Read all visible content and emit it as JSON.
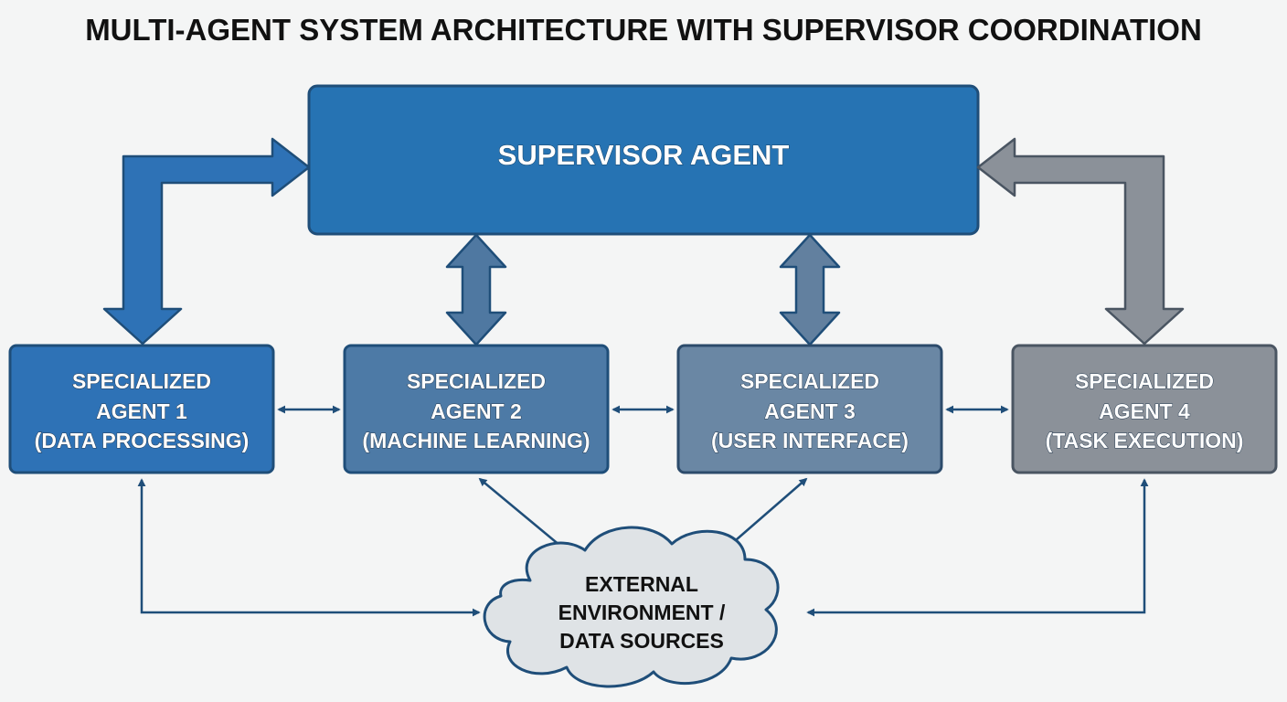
{
  "title": "MULTI-AGENT SYSTEM ARCHITECTURE WITH SUPERVISOR COORDINATION",
  "supervisor": {
    "label": "SUPERVISOR AGENT"
  },
  "agents": [
    {
      "line1": "SPECIALIZED",
      "line2": "AGENT 1",
      "line3": "(DATA PROCESSING)",
      "color": "#2e72b6"
    },
    {
      "line1": "SPECIALIZED",
      "line2": "AGENT 2",
      "line3": "(MACHINE LEARNING)",
      "color": "#4d7aa6"
    },
    {
      "line1": "SPECIALIZED",
      "line2": "AGENT 3",
      "line3": "(USER INTERFACE)",
      "color": "#6a87a4"
    },
    {
      "line1": "SPECIALIZED",
      "line2": "AGENT 4",
      "line3": "(TASK EXECUTION)",
      "color": "#8b9199"
    }
  ],
  "environment": {
    "line1": "EXTERNAL",
    "line2": "ENVIRONMENT /",
    "line3": "DATA SOURCES"
  },
  "colors": {
    "supervisor_fill": "#2673b3",
    "box_stroke": "#1f4e79",
    "connector": "#1f4e79",
    "cloud_fill": "#dfe3e6",
    "cloud_stroke": "#1f4e79",
    "arrow_blue": "#2e72b6",
    "arrow_steel": "#4f78a1",
    "arrow_gray": "#8b9199"
  }
}
